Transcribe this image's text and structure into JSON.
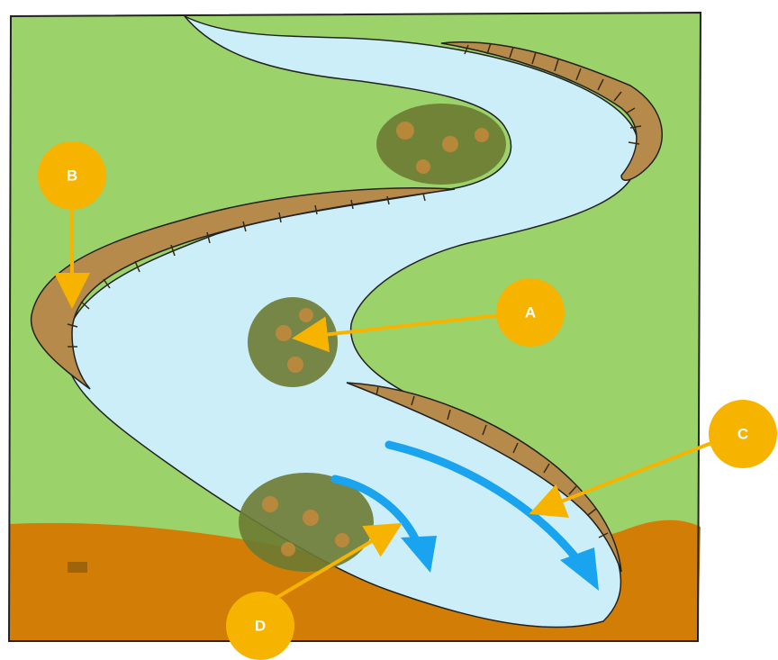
{
  "colors": {
    "grass": "#9bd36a",
    "water": "#cbeef9",
    "bank": "#b58a4a",
    "soil": "#d27d06",
    "vegetation": "#6b7a32",
    "vegetation_accent": "#c98a3a",
    "flow_arrow": "#1aa3ef",
    "marker": "#f6b300",
    "marker_text": "#ffffff",
    "outline": "#222222"
  },
  "markers": {
    "a": "A",
    "b": "B",
    "c": "C",
    "d": "D"
  },
  "icons": {
    "flow": "flow-arrow-icon",
    "pointer": "pointer-arrow-icon"
  }
}
